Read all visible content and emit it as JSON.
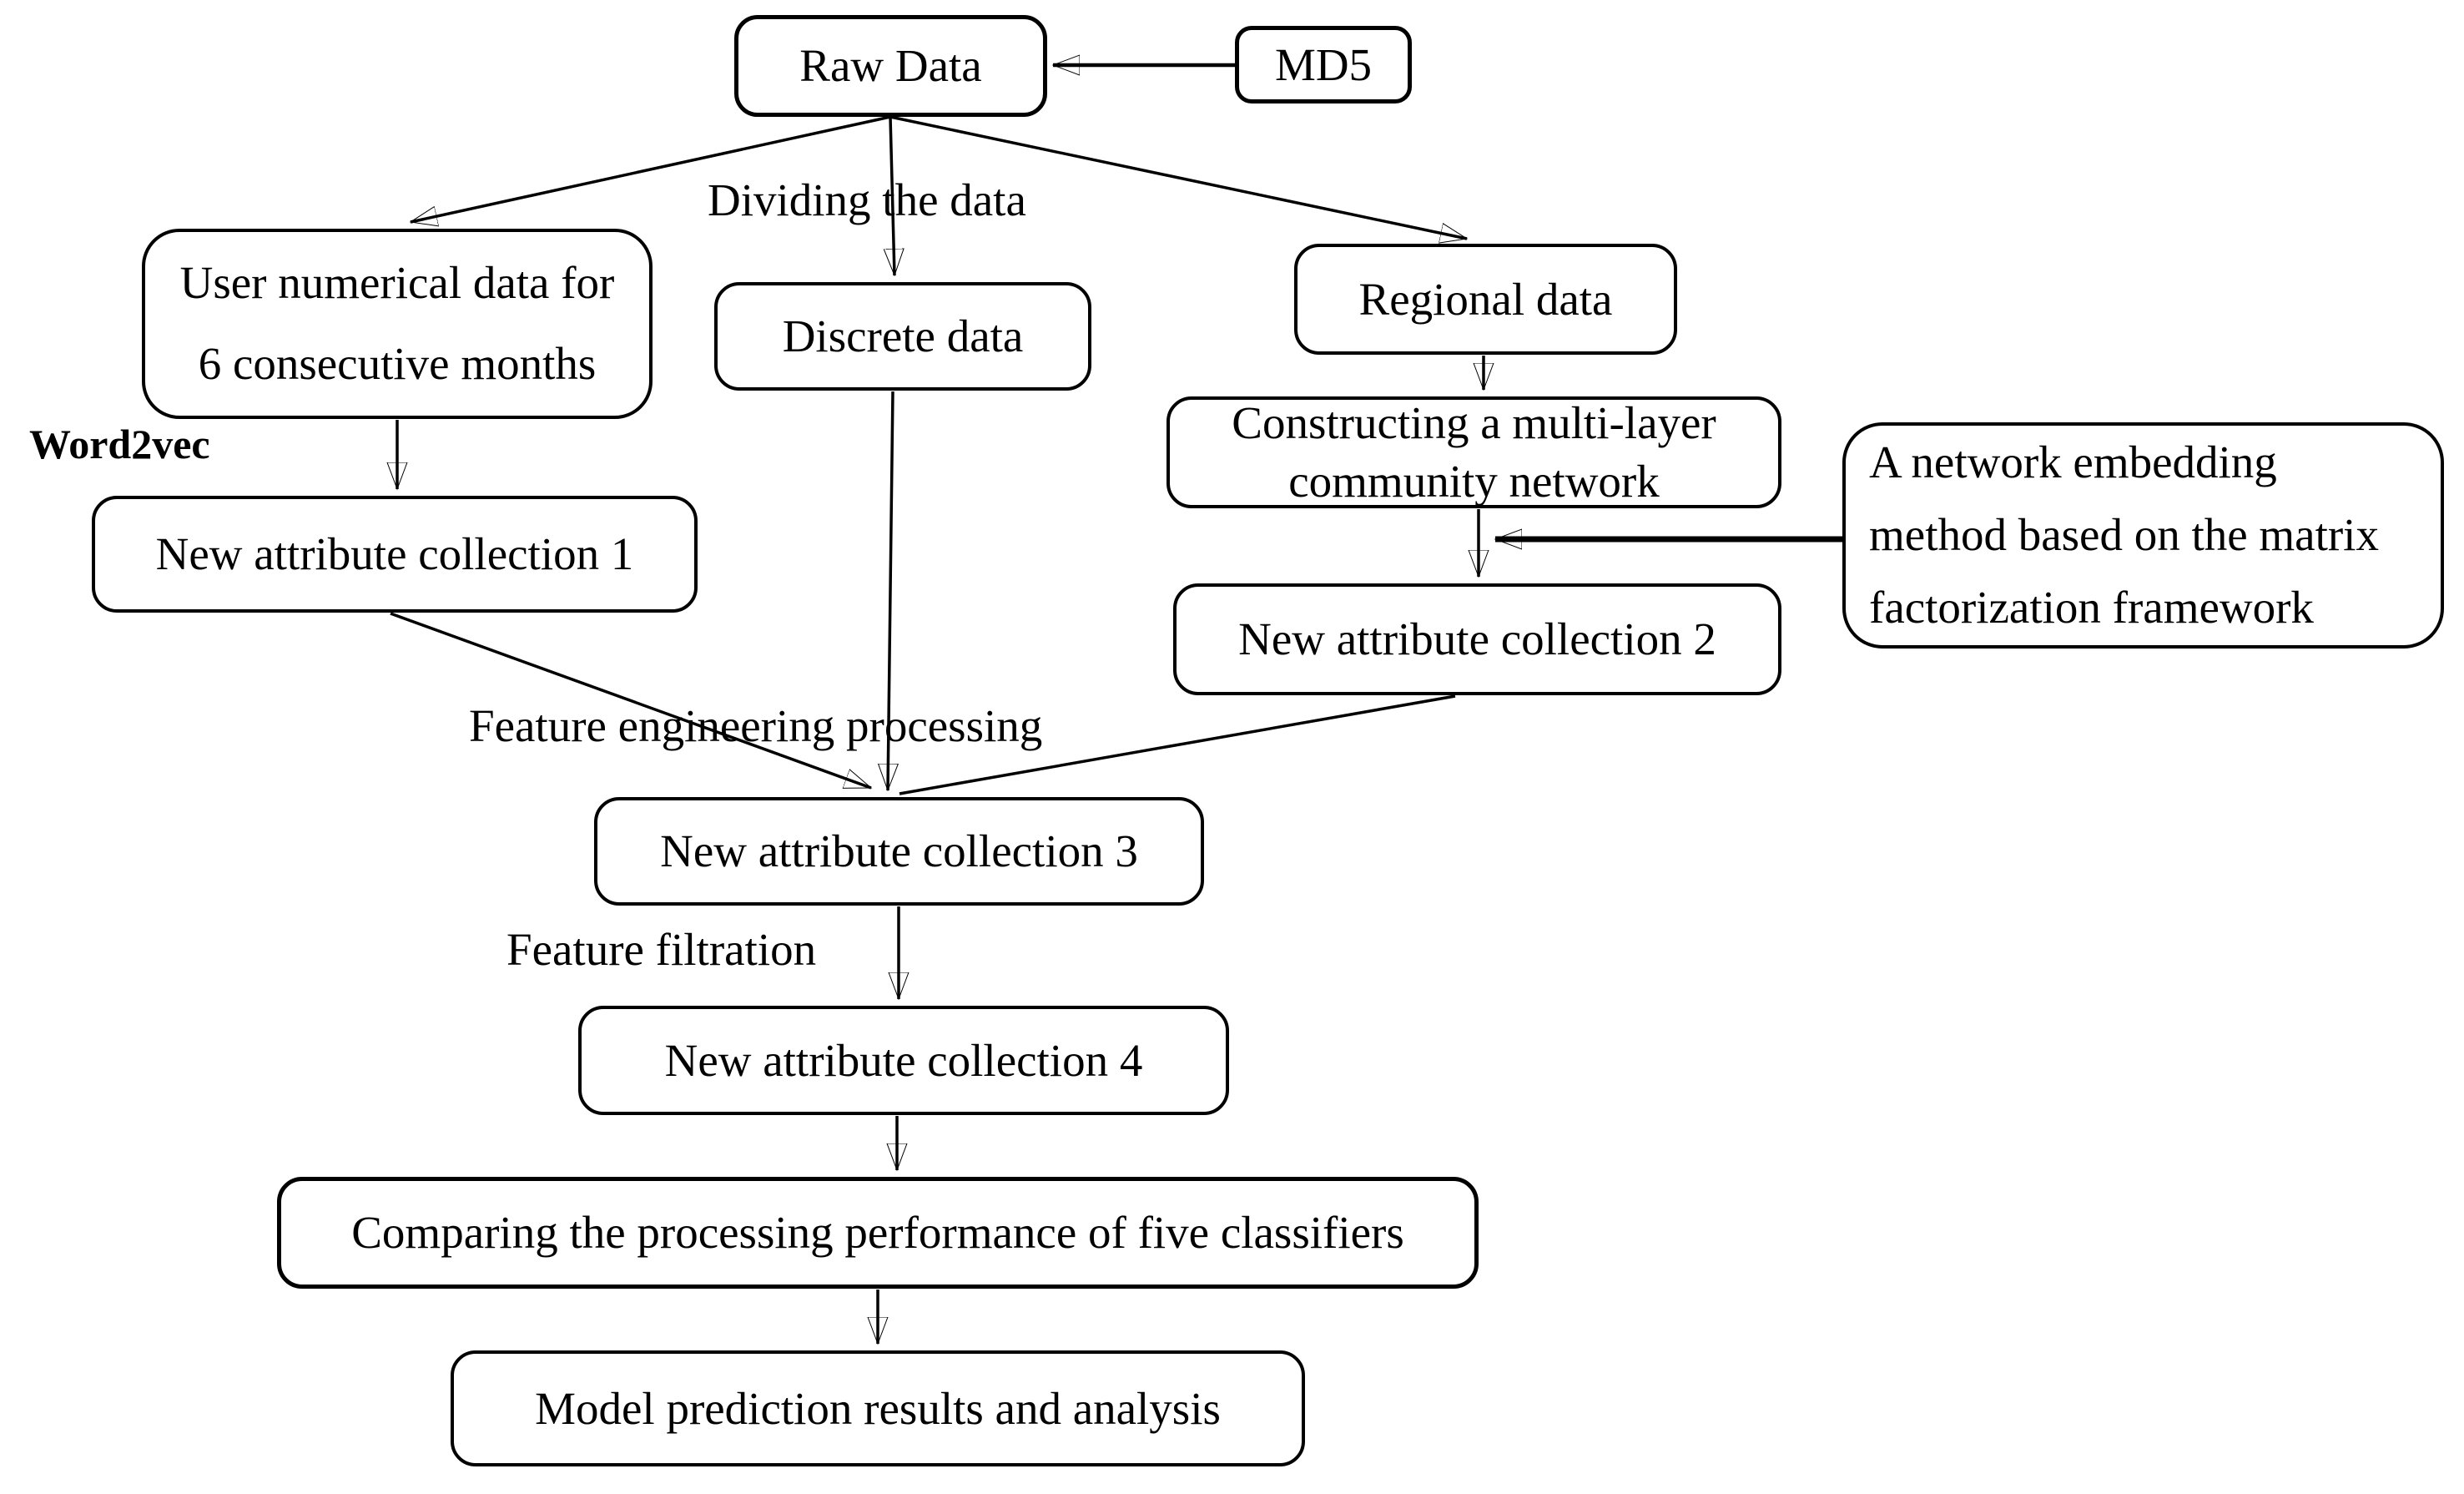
{
  "diagram": {
    "title": "Data processing flowchart",
    "colors": {
      "stroke": "#000000",
      "background": "#ffffff",
      "text": "#000000"
    },
    "nodes": {
      "raw_data": {
        "lines": [
          "Raw Data"
        ]
      },
      "md5": {
        "lines": [
          "MD5"
        ]
      },
      "user_numerical": {
        "lines": [
          "User numerical data for",
          "6 consecutive months"
        ]
      },
      "discrete": {
        "lines": [
          "Discrete data"
        ]
      },
      "regional": {
        "lines": [
          "Regional data"
        ]
      },
      "constructing": {
        "lines": [
          "Constructing a multi-layer",
          "community network"
        ]
      },
      "embedding": {
        "lines": [
          "A network embedding",
          "method based on the matrix",
          "factorization framework"
        ]
      },
      "attr1": {
        "lines": [
          "New attribute collection 1"
        ]
      },
      "attr2": {
        "lines": [
          "New attribute collection 2"
        ]
      },
      "attr3": {
        "lines": [
          "New attribute collection 3"
        ]
      },
      "attr4": {
        "lines": [
          "New attribute collection 4"
        ]
      },
      "comparing": {
        "lines": [
          "Comparing the processing performance of five classifiers"
        ]
      },
      "model": {
        "lines": [
          "Model prediction results and analysis"
        ]
      }
    },
    "edge_labels": {
      "dividing": "Dividing the data",
      "word2vec": "Word2vec",
      "feature_engineering": "Feature engineering processing",
      "feature_filtration": "Feature filtration"
    }
  }
}
